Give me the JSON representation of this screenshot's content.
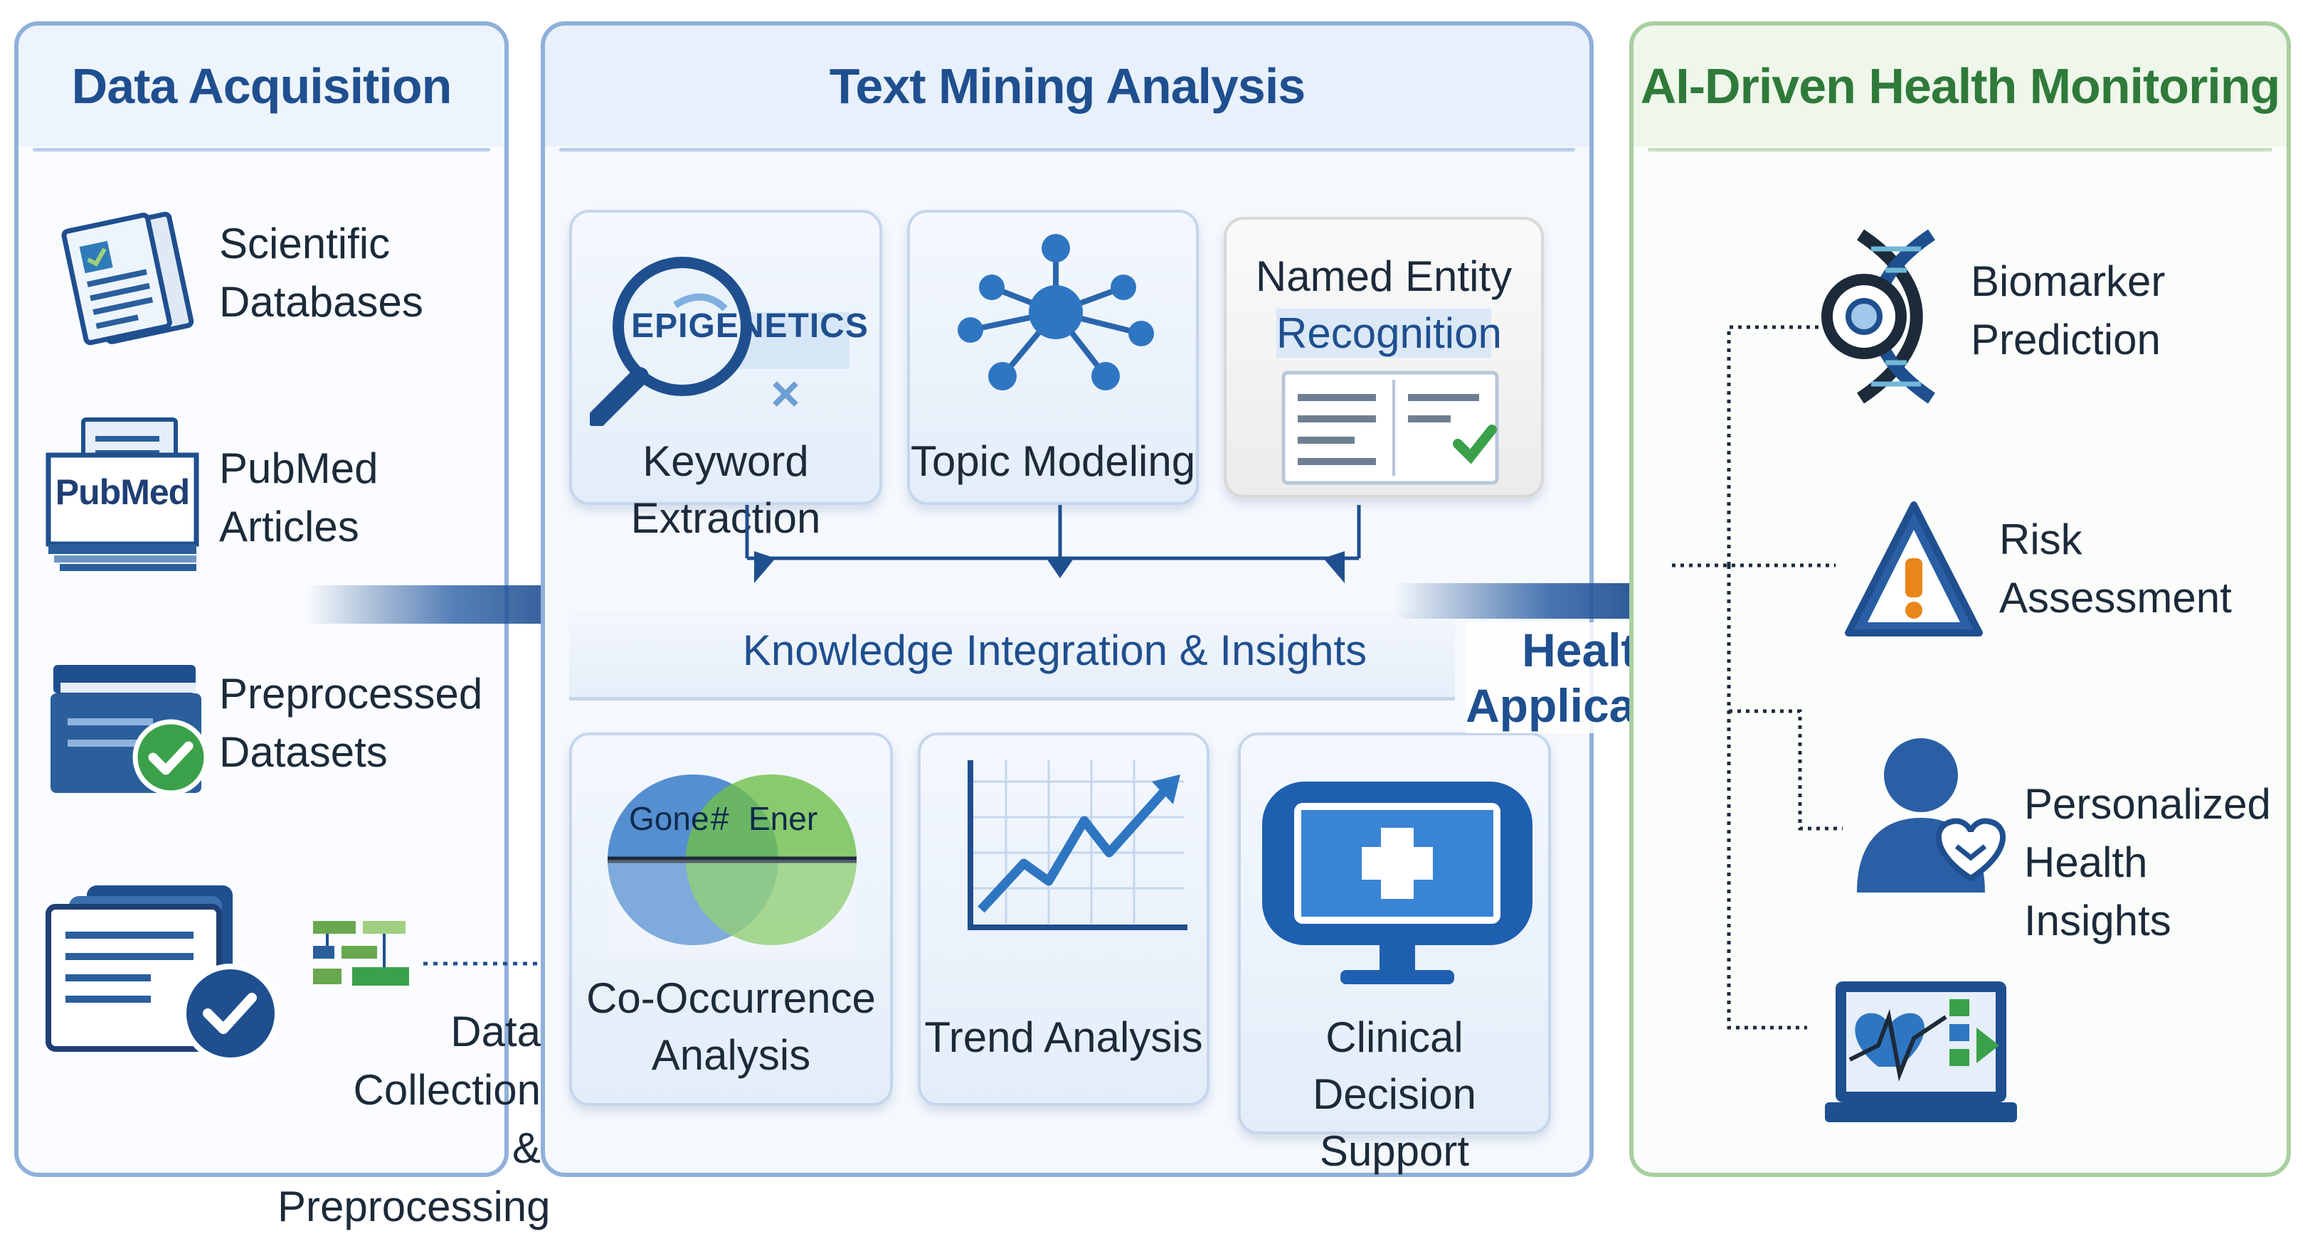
{
  "panels": {
    "data_acquisition": {
      "title": "Data Acquisition",
      "items": [
        {
          "line1": "Scientific",
          "line2": "Databases"
        },
        {
          "line1": "PubMed",
          "line2": "Articles",
          "badge": "PubMed"
        },
        {
          "line1": "Preprocessed",
          "line2": "Datasets"
        },
        {
          "line1": "Data Collection",
          "line2": "& Preprocessing"
        }
      ]
    },
    "text_mining": {
      "title": "Text Mining Analysis",
      "top_boxes": [
        {
          "label": "Keyword Extraction",
          "icon_text": "EPIGENETICS"
        },
        {
          "label": "Topic Modeling"
        },
        {
          "line1": "Named Entity",
          "line2": "Recognition"
        }
      ],
      "integration_label": "Knowledge Integration & Insights",
      "bottom_boxes": [
        {
          "line1": "Co-Occurrence",
          "line2": "Analysis",
          "venn_left": "Gone",
          "venn_mid": "#",
          "venn_right": "Ener"
        },
        {
          "label": "Trend Analysis"
        },
        {
          "line1": "Clinical Decision",
          "line2": "Support"
        }
      ]
    },
    "health_monitoring": {
      "title": "AI-Driven Health Monitoring",
      "items": [
        {
          "line1": "Biomarker",
          "line2": "Prediction"
        },
        {
          "line1": "Risk",
          "line2": "Assessment"
        },
        {
          "line1": "Personalized",
          "line2": "Health Insights"
        },
        {
          "line1": "",
          "line2": ""
        }
      ]
    }
  },
  "flow": {
    "health_label_line1": "Health",
    "health_label_line2": "Applications"
  },
  "colors": {
    "primary_blue": "#1f4f8f",
    "accent_green": "#2f7a3a",
    "check_green": "#3aa14a",
    "warning_orange": "#e8861a"
  },
  "icons": [
    "document-stack-icon",
    "pubmed-icon",
    "folder-check-icon",
    "data-collection-icon",
    "magnifier-icon",
    "network-icon",
    "document-check-icon",
    "venn-icon",
    "trend-chart-icon",
    "medical-monitor-icon",
    "dna-icon",
    "warning-icon",
    "person-heart-icon",
    "health-monitor-icon"
  ]
}
